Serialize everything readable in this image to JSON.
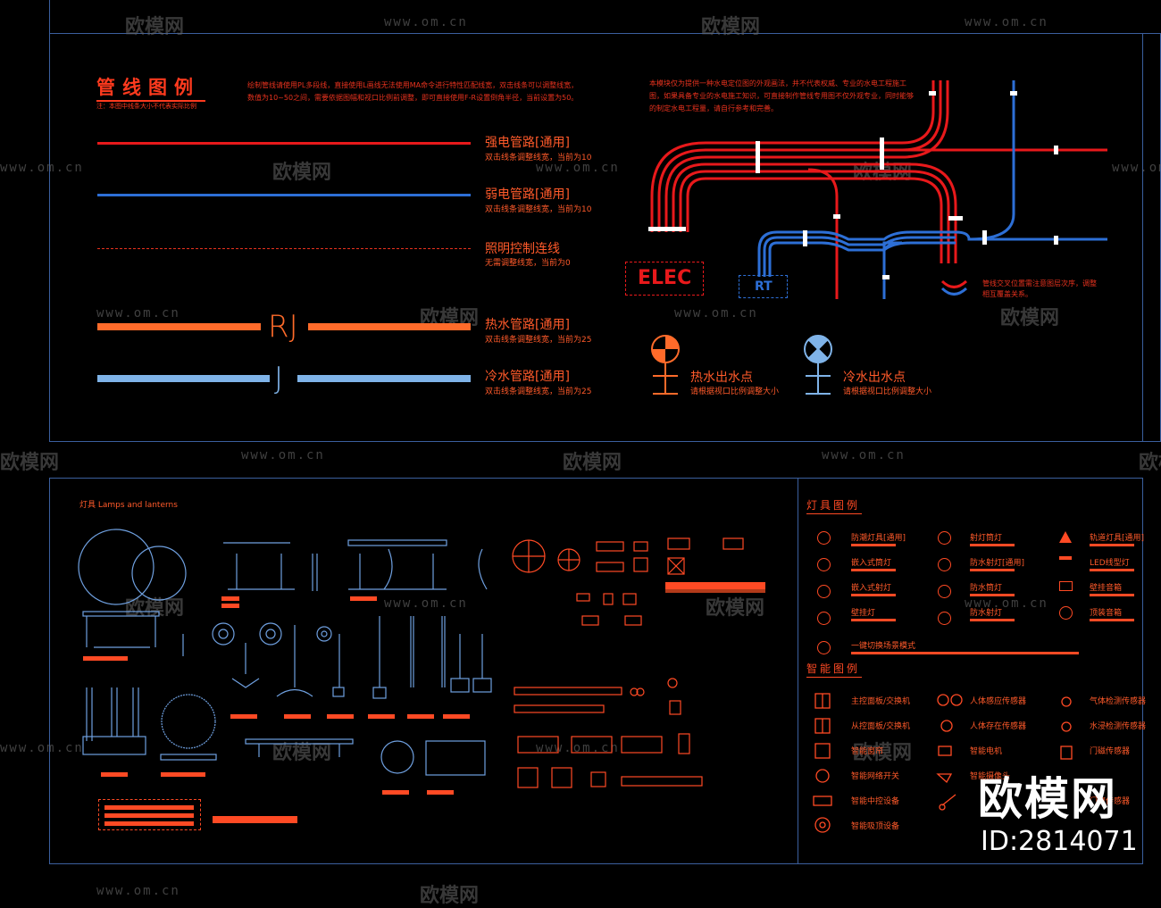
{
  "legend": {
    "title": "管线图例",
    "note": "注：本图中线条大小不代表实际比例",
    "description": "绘制管线请使用PL多段线，直接使用L画线无法使用MA命令进行特性匹配线宽，双击线条可以调整线宽，数值为10~50之间，需要依据图幅和视口比例前调整，即可直接使用F-R设置倒角半径，当前设置为50。",
    "items": [
      {
        "label": "强电管路[通用]",
        "sub": "双击线条调整线宽，当前为10"
      },
      {
        "label": "弱电管路[通用]",
        "sub": "双击线条调整线宽，当前为10"
      },
      {
        "label": "照明控制连线",
        "sub": "无需调整线宽，当前为0"
      },
      {
        "label": "热水管路[通用]",
        "sub": "双击线条调整线宽，当前为25",
        "mark": "RJ"
      },
      {
        "label": "冷水管路[通用]",
        "sub": "双击线条调整线宽，当前为25",
        "mark": "J"
      }
    ]
  },
  "diagram": {
    "description": "本模块仅为提供一种水电定位图的外观画法，并不代表权威、专业的水电工程施工图，如果具备专业的水电施工知识，可直接制作管线专用图不仅外观专业，同时能够的制定水电工程量，请自行参考和完善。",
    "elec": "ELEC",
    "rt": "RT",
    "crossing_note": "管线交叉位置需注意图层次序，调整相互覆盖关系。",
    "hot_point": {
      "label": "热水出水点",
      "sub": "请根据视口比例调整大小"
    },
    "cold_point": {
      "label": "冷水出水点",
      "sub": "请根据视口比例调整大小"
    }
  },
  "lamps": {
    "title": "灯具 Lamps and lanterns"
  },
  "lamp_legend": {
    "title": "灯具图例",
    "items": [
      "防潮灯具[通用]",
      "嵌入式筒灯",
      "嵌入式射灯",
      "壁挂灯",
      "射灯筒灯",
      "防水射灯[通用]",
      "防水筒灯",
      "防水射灯",
      "轨道灯具[通用]",
      "LED线型灯",
      "壁挂音箱",
      "顶装音箱",
      "一键切换场景模式"
    ]
  },
  "smart_legend": {
    "title": "智能图例",
    "items": [
      "主控面板/交换机",
      "从控面板/交换机",
      "智能窗帘",
      "智能网络开关",
      "智能中控设备",
      "智能吸顶设备",
      "人体感应传感器",
      "人体存在传感器",
      "智能电机",
      "智能摄像头",
      "门磁传感器",
      "气体检测传感器",
      "水浸检测传感器",
      "门窗传感器"
    ]
  },
  "branding": {
    "logo": "欧模网",
    "id": "ID:2814071",
    "url": "www.om.cn"
  },
  "colors": {
    "red": "#e8191b",
    "blue": "#2d6fd6",
    "orange": "#ff6b2a",
    "lightblue": "#7fb3e8",
    "frame": "#3b5f9e"
  }
}
